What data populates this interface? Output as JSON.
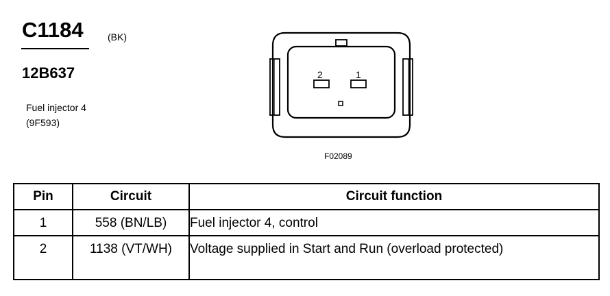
{
  "header": {
    "connector_id": "C1184",
    "connector_color": "(BK)",
    "part_number": "12B637",
    "component_name": "Fuel injector 4",
    "component_code": "(9F593)"
  },
  "figure": {
    "figure_id": "F02089",
    "pin_labels": [
      "2",
      "1"
    ]
  },
  "table": {
    "headers": {
      "pin": "Pin",
      "circuit": "Circuit",
      "function": "Circuit function"
    },
    "rows": [
      {
        "pin": "1",
        "circuit": "558 (BN/LB)",
        "function": "Fuel injector 4, control"
      },
      {
        "pin": "2",
        "circuit": "1138 (VT/WH)",
        "function": "Voltage supplied in Start and Run (overload protected)"
      }
    ]
  }
}
